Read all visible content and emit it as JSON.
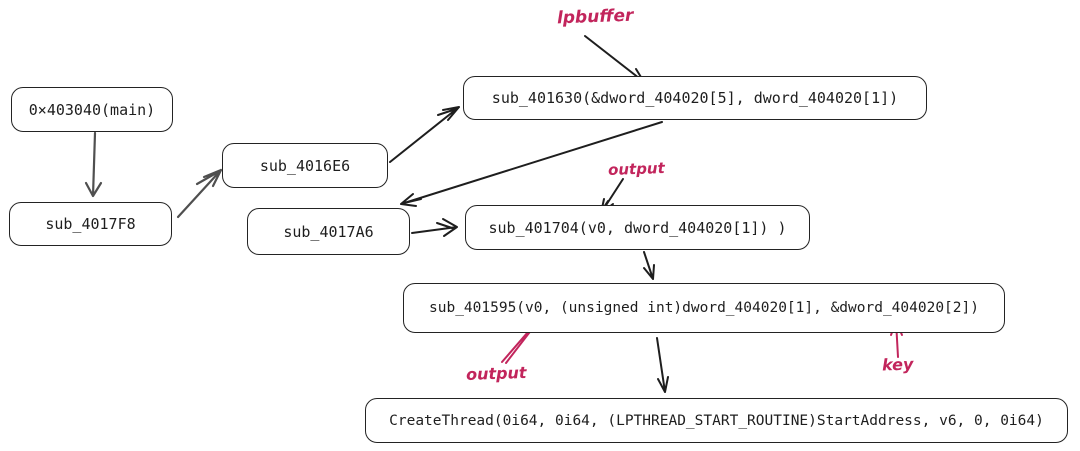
{
  "diagram": {
    "type": "call-graph-flowchart",
    "nodes": [
      {
        "id": "main",
        "label": "0×403040(main)"
      },
      {
        "id": "sub_4017F8",
        "label": "sub_4017F8"
      },
      {
        "id": "sub_4016E6",
        "label": "sub_4016E6"
      },
      {
        "id": "sub_4017A6",
        "label": "sub_4017A6"
      },
      {
        "id": "sub_401630",
        "label": "sub_401630(&dword_404020[5], dword_404020[1])"
      },
      {
        "id": "sub_401704",
        "label": "sub_401704(v0, dword_404020[1]) )"
      },
      {
        "id": "sub_401595",
        "label": "sub_401595(v0, (unsigned int)dword_404020[1], &dword_404020[2])"
      },
      {
        "id": "CreateThread",
        "label": "CreateThread(0i64, 0i64, (LPTHREAD_START_ROUTINE)StartAddress, v6, 0, 0i64)"
      }
    ],
    "annotations": [
      {
        "id": "lpbuffer",
        "label": "lpbuffer",
        "target": "sub_401630 first argument"
      },
      {
        "id": "output-top",
        "label": "output",
        "target": "sub_401704 v0 argument"
      },
      {
        "id": "output-bottom",
        "label": "output",
        "target": "sub_401595 v0 argument"
      },
      {
        "id": "key",
        "label": "key",
        "target": "sub_401595 &dword_404020[2] argument"
      }
    ],
    "edges": [
      {
        "from": "main",
        "to": "sub_4017F8"
      },
      {
        "from": "sub_4017F8",
        "to": "sub_4016E6"
      },
      {
        "from": "sub_4016E6",
        "to": "sub_401630"
      },
      {
        "from": "sub_401630",
        "to": "sub_4017A6"
      },
      {
        "from": "sub_4017A6",
        "to": "sub_401704"
      },
      {
        "from": "sub_401704",
        "to": "sub_401595"
      },
      {
        "from": "sub_401595",
        "to": "CreateThread"
      }
    ],
    "colors": {
      "annotation": "#c2255c",
      "edge_stroke": "#1e1e1e",
      "node_border": "#232323",
      "background": "#ffffff"
    }
  }
}
